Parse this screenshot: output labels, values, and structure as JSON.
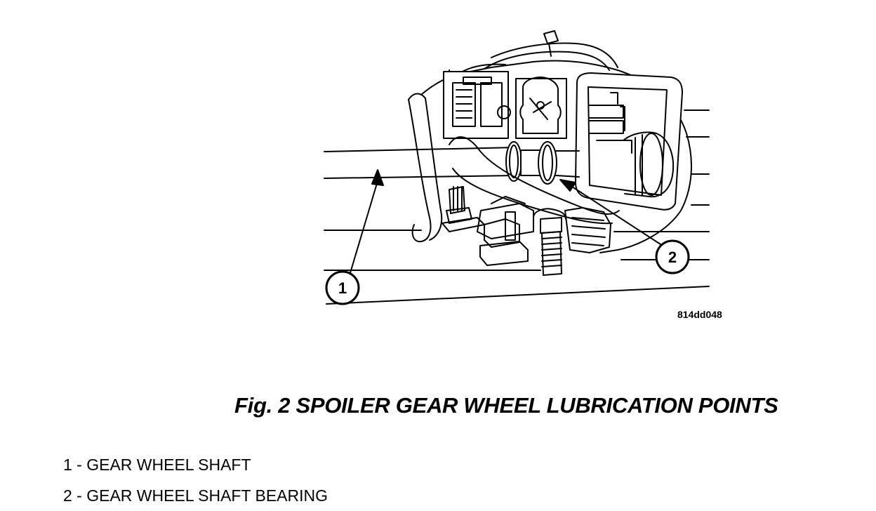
{
  "figure": {
    "caption": "Fig. 2 SPOILER GEAR WHEEL LUBRICATION POINTS",
    "image_id": "814dd048",
    "callouts": [
      {
        "number": "1"
      },
      {
        "number": "2"
      }
    ]
  },
  "legend": {
    "items": [
      "1 - GEAR WHEEL SHAFT",
      "2 - GEAR WHEEL SHAFT BEARING"
    ]
  }
}
